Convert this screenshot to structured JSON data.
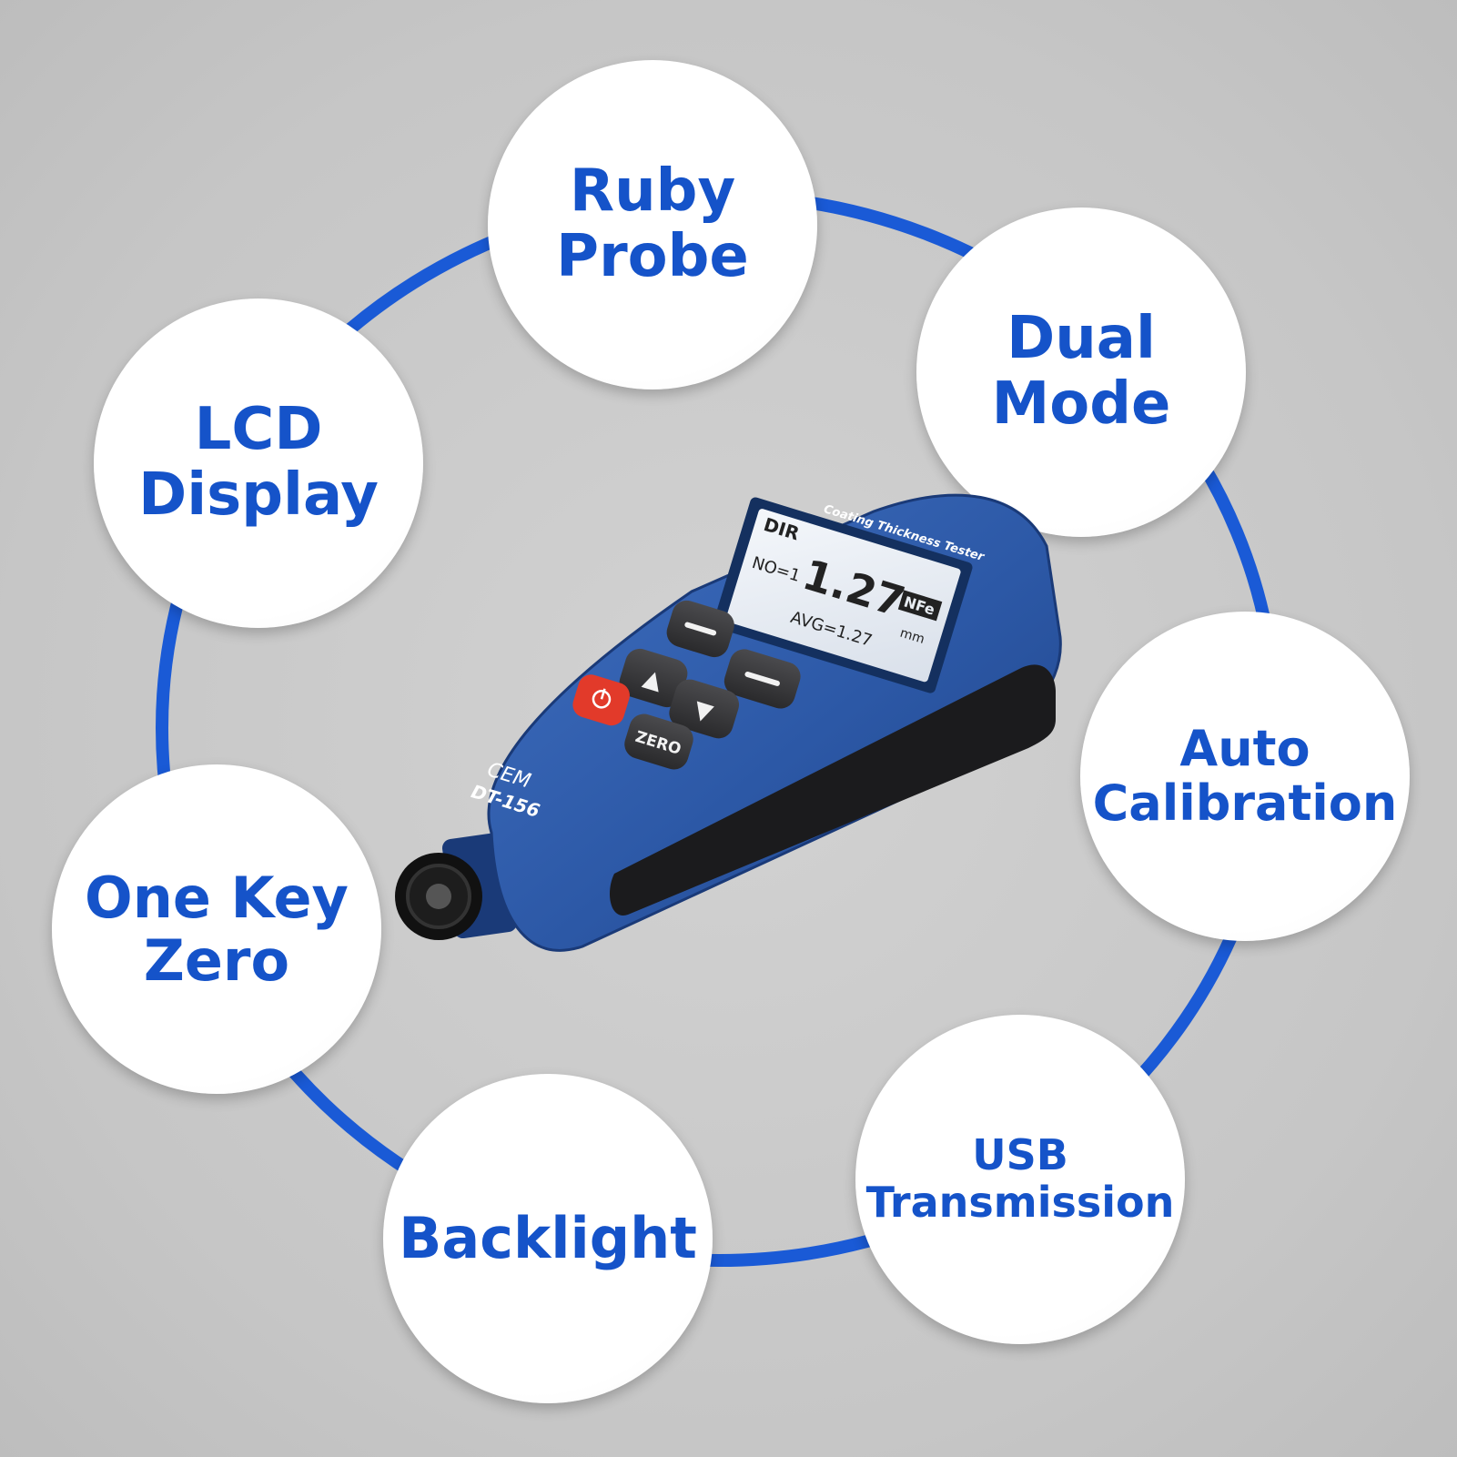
{
  "features": {
    "ruby_probe": [
      "Ruby",
      "Probe"
    ],
    "dual_mode": [
      "Dual",
      "Mode"
    ],
    "lcd_display": [
      "LCD",
      "Display"
    ],
    "auto_calibration": [
      "Auto",
      "Calibration"
    ],
    "one_key_zero": [
      "One Key",
      "Zero"
    ],
    "usb_transmission": [
      "USB",
      "Transmission"
    ],
    "backlight": [
      "Backlight"
    ]
  },
  "device": {
    "brand": "CEM",
    "model": "DT-156",
    "label": "Coating Thickness Tester",
    "zero_key": "ZERO",
    "lcd": {
      "mode": "DIR",
      "index": "NO=1",
      "reading": "1.27",
      "unit": "mm",
      "average": "AVG=1.27",
      "substrate": "NFe"
    }
  },
  "colors": {
    "accent_text": "#1553c9",
    "ring": "#1a5ad6",
    "device_body": "#2c58a6",
    "power_button": "#e23a2a",
    "keys": "#3a3a3c",
    "lcd": "#e8edf3"
  }
}
